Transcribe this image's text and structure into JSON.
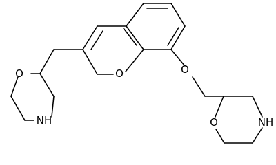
{
  "atoms": {
    "o_left_morpholine": "O",
    "nh_left_morpholine": "NH",
    "o_chromene": "O",
    "o_ether": "O",
    "o_right_morpholine": "O",
    "nh_right_morpholine": "NH"
  },
  "colors": {
    "line": "#000000",
    "background": "#ffffff"
  }
}
